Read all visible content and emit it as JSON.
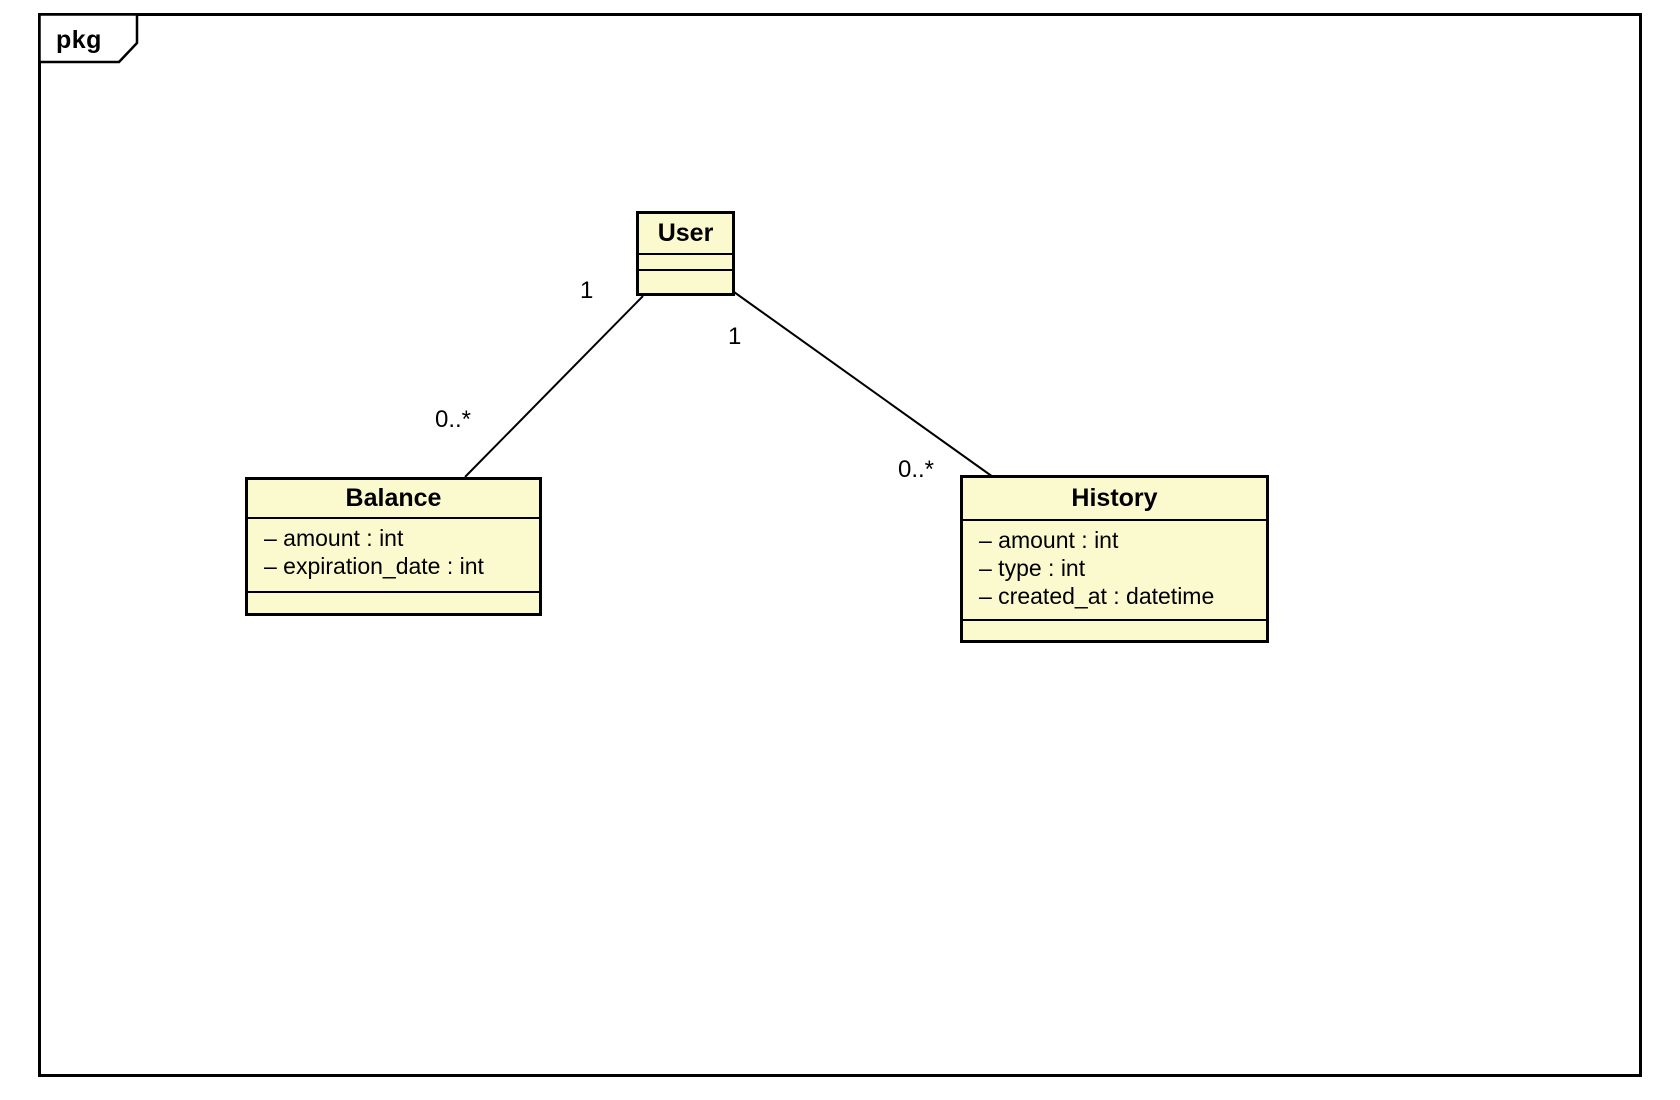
{
  "package": {
    "label": "pkg"
  },
  "colors": {
    "class_fill": "#FBF9CE",
    "line": "#000000",
    "background": "#FFFFFF"
  },
  "classes": [
    {
      "name": "User",
      "attributes": [],
      "operations": []
    },
    {
      "name": "Balance",
      "attributes": [
        "– amount : int",
        "– expiration_date : int"
      ],
      "operations": []
    },
    {
      "name": "History",
      "attributes": [
        "– amount : int",
        "– type : int",
        "– created_at : datetime"
      ],
      "operations": []
    }
  ],
  "associations": [
    {
      "from": "User",
      "to": "Balance",
      "from_multiplicity": "1",
      "to_multiplicity": "0..*"
    },
    {
      "from": "User",
      "to": "History",
      "from_multiplicity": "1",
      "to_multiplicity": "0..*"
    }
  ]
}
